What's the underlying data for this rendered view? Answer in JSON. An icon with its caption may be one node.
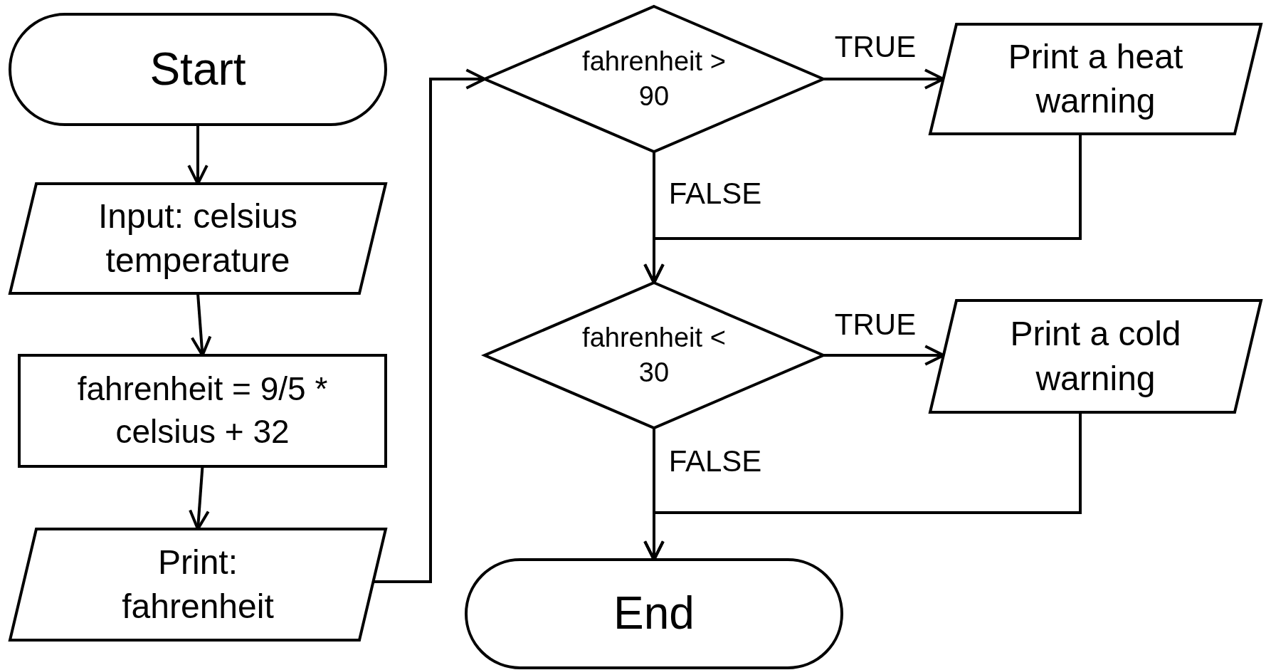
{
  "diagram": {
    "nodes": [
      {
        "text": [
          "Start"
        ]
      },
      {
        "text": [
          "Input: celsius temperature"
        ]
      },
      {
        "text": [
          "fahrenheit = 9/5 * celsius + 32"
        ]
      },
      {
        "text": [
          "Print: fahrenheit"
        ]
      },
      {
        "text": [
          "fahrenheit > 90"
        ]
      },
      {
        "text": [
          "Print a heat warning"
        ]
      },
      {
        "text": [
          "fahrenheit < 30"
        ]
      },
      {
        "text": [
          "Print a cold warning"
        ]
      },
      {
        "text": [
          "End"
        ]
      }
    ],
    "edges": [
      {
        "from": 0,
        "to": 1,
        "arrow": "to"
      },
      {
        "from": 1,
        "to": 2,
        "arrow": "to"
      },
      {
        "from": 2,
        "to": 3,
        "arrow": "to"
      },
      {
        "from": 3,
        "to": 4,
        "arrow": "to"
      },
      {
        "from": 4,
        "to": 5,
        "arrow": "to",
        "label": "TRUE"
      },
      {
        "from": 4,
        "to": 6,
        "arrow": "to",
        "label": "FALSE"
      },
      {
        "from": 5,
        "to": 6,
        "arrow": "to"
      },
      {
        "from": 6,
        "to": 7,
        "arrow": "to",
        "label": "TRUE"
      },
      {
        "from": 6,
        "to": 8,
        "arrow": "to",
        "label": "FALSE"
      },
      {
        "from": 7,
        "to": 8,
        "arrow": "to"
      }
    ]
  }
}
